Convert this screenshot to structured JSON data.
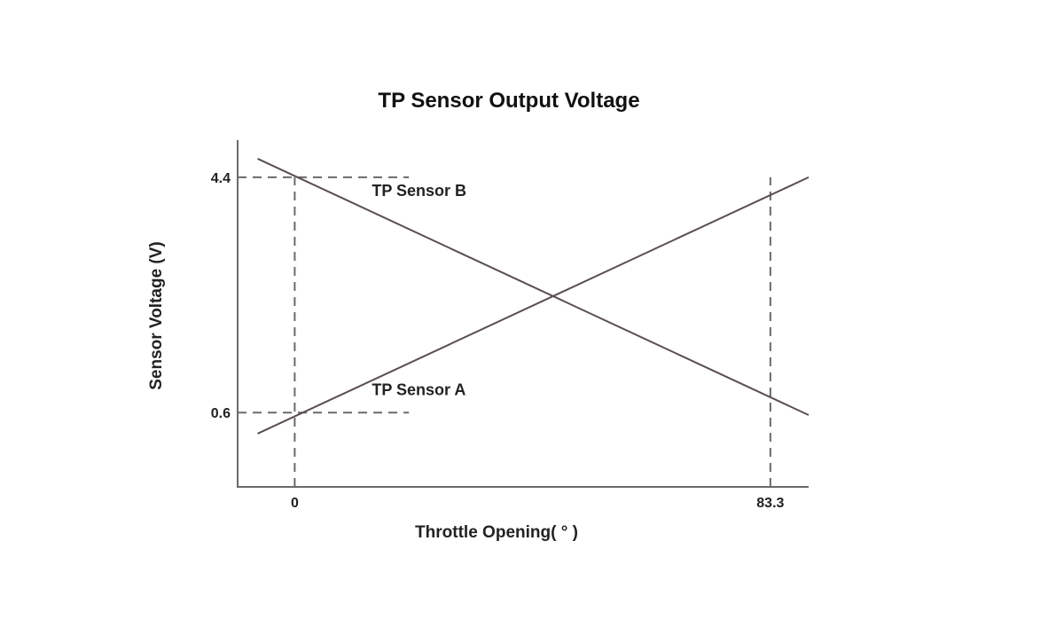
{
  "chart_data": {
    "type": "line",
    "title": "TP Sensor Output Voltage",
    "xlabel": "Throttle Opening( ° )",
    "ylabel": "Sensor Voltage (V)",
    "xlim": [
      -10,
      90
    ],
    "ylim": [
      -0.6,
      5.0
    ],
    "x_ticks": [
      {
        "value": 0,
        "label": "0"
      },
      {
        "value": 83.3,
        "label": "83.3"
      }
    ],
    "y_ticks": [
      {
        "value": 0.6,
        "label": "0.6"
      },
      {
        "value": 4.4,
        "label": "4.4"
      }
    ],
    "reference_lines": [
      {
        "orientation": "horizontal",
        "y": 4.4,
        "x_from": -10,
        "x_to": 20
      },
      {
        "orientation": "horizontal",
        "y": 0.6,
        "x_from": -10,
        "x_to": 20
      },
      {
        "orientation": "vertical",
        "x": 0,
        "y_from": -0.6,
        "y_to": 4.4
      },
      {
        "orientation": "vertical",
        "x": 83.3,
        "y_from": -0.6,
        "y_to": 4.4
      }
    ],
    "series": [
      {
        "name": "TP Sensor A",
        "x": [
          -6.5,
          90
        ],
        "y": [
          0.26,
          4.4
        ],
        "color": "#5a4f52",
        "label_at": {
          "x": 13.5,
          "y": 0.88
        }
      },
      {
        "name": "TP Sensor B",
        "x": [
          -6.5,
          90
        ],
        "y": [
          4.7,
          0.56
        ],
        "color": "#5a4f52",
        "label_at": {
          "x": 13.5,
          "y": 4.1
        }
      }
    ],
    "grid": false,
    "legend": "none"
  }
}
